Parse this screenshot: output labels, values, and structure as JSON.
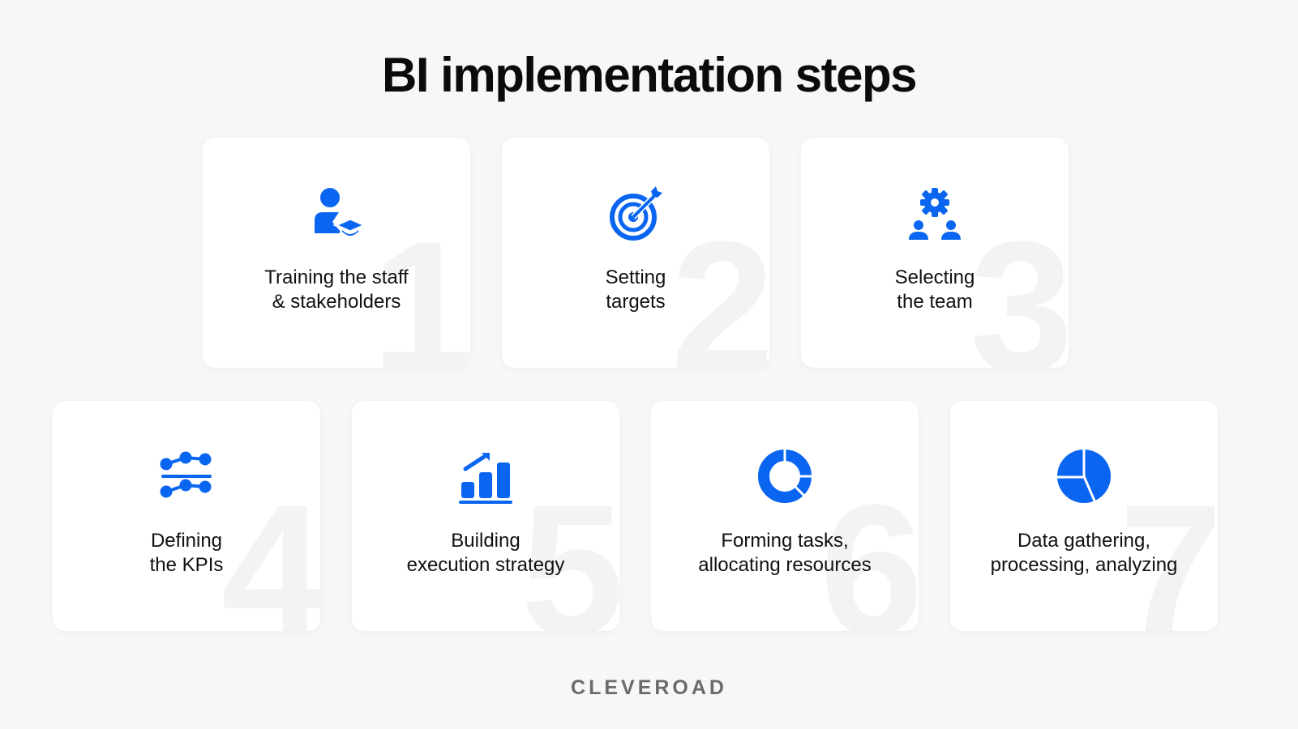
{
  "title": "BI implementation steps",
  "accent_color": "#0a66f0",
  "steps": [
    {
      "number": "1",
      "label": "Training the staff\n& stakeholders",
      "icon": "user-graduation-cap-icon"
    },
    {
      "number": "2",
      "label": "Setting\ntargets",
      "icon": "target-arrow-icon"
    },
    {
      "number": "3",
      "label": "Selecting\nthe team",
      "icon": "team-gear-icon"
    },
    {
      "number": "4",
      "label": "Defining\nthe KPIs",
      "icon": "kpi-lines-icon"
    },
    {
      "number": "5",
      "label": "Building\nexecution strategy",
      "icon": "growth-bar-chart-icon"
    },
    {
      "number": "6",
      "label": "Forming tasks,\nallocating resources",
      "icon": "donut-chart-icon"
    },
    {
      "number": "7",
      "label": "Data gathering,\nprocessing, analyzing",
      "icon": "pie-chart-icon"
    }
  ],
  "brand": "CLEVEROAD"
}
